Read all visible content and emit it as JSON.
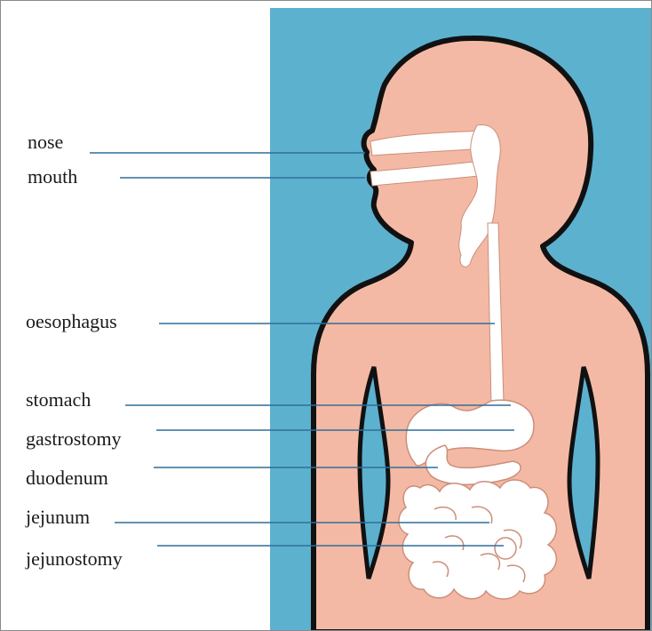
{
  "colors": {
    "background_panel": "#5cb1cf",
    "skin": "#f4b9a4",
    "outline": "#111111",
    "tract": "#ffffff",
    "leader_line": "#2e6f9a"
  },
  "labels": {
    "nose": "nose",
    "mouth": "mouth",
    "oesophagus": "oesophagus",
    "stomach": "stomach",
    "gastrostomy": "gastrostomy",
    "duodenum": "duodenum",
    "jejunum": "jejunum",
    "jejunostomy": "jejunostomy"
  }
}
